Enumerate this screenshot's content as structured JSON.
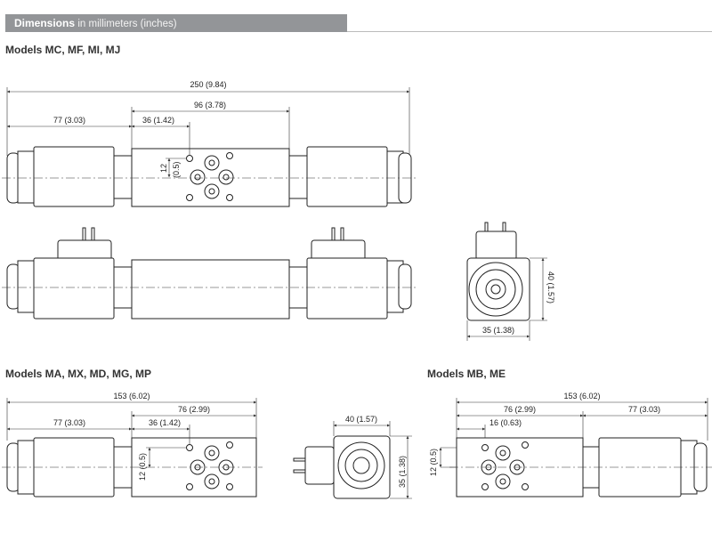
{
  "header": {
    "title": "Dimensions",
    "subtitle": "in millimeters (inches)"
  },
  "sections": [
    {
      "title": "Models MC, MF, MI, MJ",
      "dims": {
        "overall": "250 (9.84)",
        "coil": "77 (3.03)",
        "body": "96 (3.78)",
        "port_offset": "36 (1.42)",
        "port_pitch": "12",
        "port_pitch_in": "(0.5)",
        "end_height": "40 (1.57)",
        "end_width": "35 (1.38)"
      }
    },
    {
      "title": "Models MA, MX, MD, MG, MP",
      "dims": {
        "overall": "153 (6.02)",
        "coil": "77 (3.03)",
        "body": "76 (2.99)",
        "port_offset": "36 (1.42)",
        "port_pitch": "12 (0.5)",
        "end_width": "40 (1.57)",
        "end_height": "35 (1.38)"
      }
    },
    {
      "title": "Models MB, ME",
      "dims": {
        "overall": "153 (6.02)",
        "body": "76 (2.99)",
        "coil": "77 (3.03)",
        "port_offset": "16 (0.63)",
        "port_pitch": "12 (0.5)"
      }
    }
  ]
}
